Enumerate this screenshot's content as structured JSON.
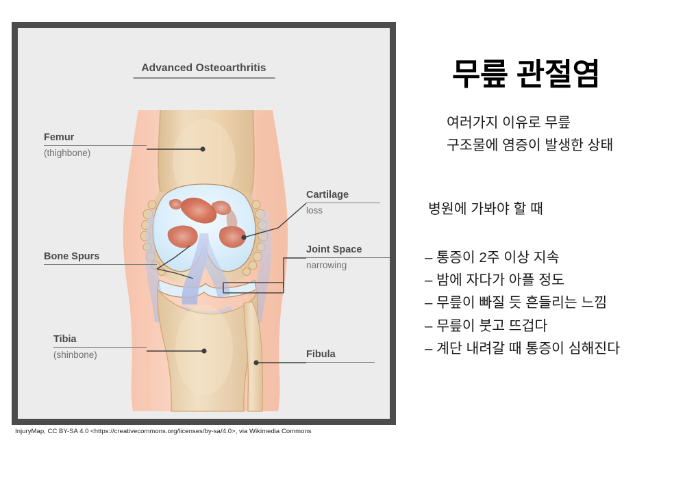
{
  "page_title": "무릎 관절염",
  "summary": {
    "lines": [
      "여러가지 이유로 무릎",
      "구조물에 염증이 발생한 상태"
    ]
  },
  "section_heading": "병원에 가봐야 할 때",
  "symptoms": [
    "– 통증이 2주 이상 지속",
    "– 밤에 자다가 아플 정도",
    "– 무릎이 빠질 듯 흔들리는 느낌",
    "– 무릎이 붓고 뜨겁다",
    "– 계단 내려갈 때 통증이 심해진다"
  ],
  "illustration": {
    "title": "Advanced Osteoarthritis",
    "alt": "knee-joint-osteoarthritis-diagram",
    "callouts": [
      {
        "term": "Femur",
        "sub": "(thighbone)",
        "side": "left"
      },
      {
        "term": "Bone Spurs",
        "sub": "",
        "side": "left"
      },
      {
        "term": "Tibia",
        "sub": "(shinbone)",
        "side": "left"
      },
      {
        "term": "Cartilage",
        "sub": "loss",
        "side": "right"
      },
      {
        "term": "Joint Space",
        "sub": "narrowing",
        "side": "right"
      },
      {
        "term": "Fibula",
        "sub": "",
        "side": "right"
      }
    ],
    "frame_color": "#4c4c4c",
    "panel_color": "#ececec",
    "bone_color": "#e9cfa5",
    "soft_tissue_color": "#f9cbb5",
    "cartilage_color": "#dff0fb",
    "ligament_color": "#b9c4e8",
    "inflammation_color": "#d9604a"
  },
  "attribution": "InjuryMap, CC BY-SA 4.0 <https://creativecommons.org/licenses/by-sa/4.0>, via Wikimedia Commons"
}
